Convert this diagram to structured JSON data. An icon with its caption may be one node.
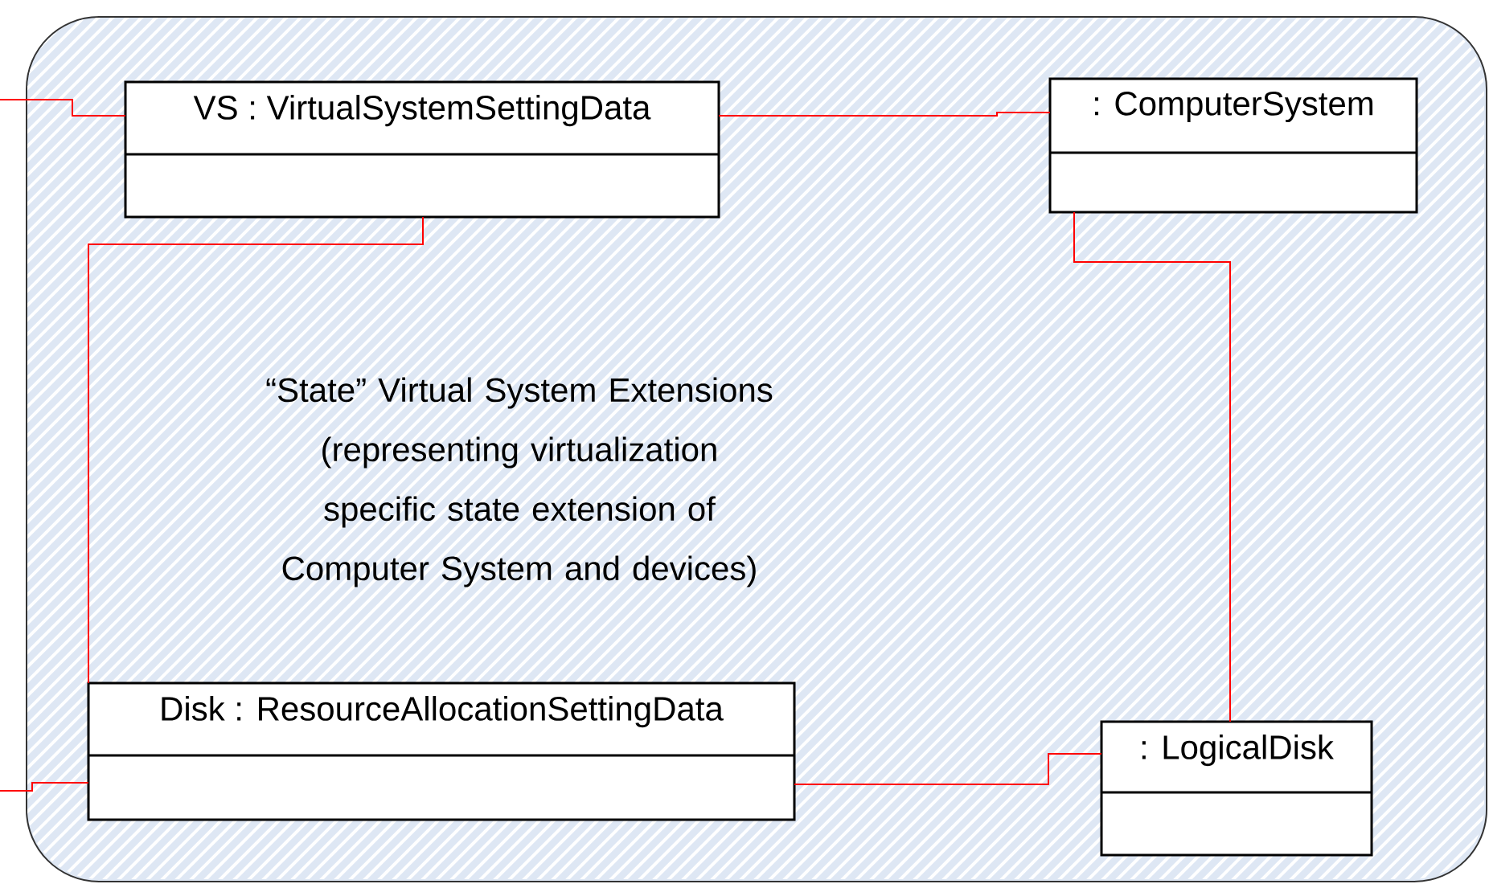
{
  "diagram": {
    "nodes": [
      {
        "text": [
          "“State” Virtual System Extensions (representing virtualization specific state extension of Computer System and devices)"
        ]
      },
      {
        "text": [
          "VS : VirtualSystemSettingData"
        ],
        "in": 0
      },
      {
        "text": [
          ": ComputerSystem"
        ],
        "in": 0
      },
      {
        "text": [
          "Disk : ResourceAllocationSettingData"
        ],
        "in": 0
      },
      {
        "text": [
          ": LogicalDisk"
        ],
        "in": 0
      }
    ],
    "edges": [
      {
        "from": null,
        "to": 1,
        "arrow": "none"
      },
      {
        "from": 1,
        "to": 2,
        "arrow": "none"
      },
      {
        "from": 1,
        "to": 3,
        "arrow": "none"
      },
      {
        "from": 2,
        "to": 4,
        "arrow": "none"
      },
      {
        "from": 3,
        "to": 4,
        "arrow": "none"
      },
      {
        "from": null,
        "to": 3,
        "arrow": "none"
      }
    ]
  }
}
